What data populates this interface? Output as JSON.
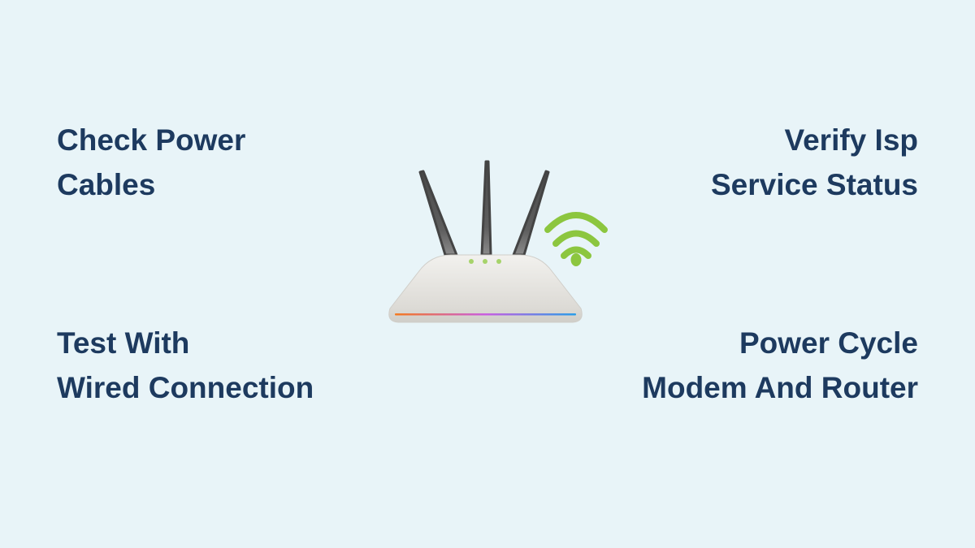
{
  "tips": {
    "top_left": [
      "Check Power",
      "Cables"
    ],
    "top_right": [
      "Verify Isp",
      "Service Status"
    ],
    "bottom_left": [
      "Test With",
      "Wired Connection"
    ],
    "bottom_right": [
      "Power Cycle",
      "Modem And Router"
    ]
  },
  "illustration": {
    "icon": "wifi-router-icon",
    "wifi_color": "#8cc63f",
    "text_color": "#1d3a5f"
  }
}
